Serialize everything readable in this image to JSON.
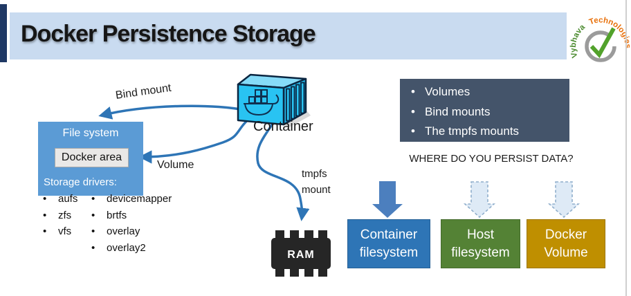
{
  "title": "Docker Persistence Storage",
  "logo": {
    "word1": "Vybhava",
    "word2": "Technologies"
  },
  "diagram": {
    "container_label": "Container",
    "bind_mount_label": "Bind mount",
    "volume_label": "Volume",
    "tmpfs_label_line1": "tmpfs",
    "tmpfs_label_line2": "mount",
    "ram_label": "RAM"
  },
  "filesystem_box": {
    "title": "File system",
    "docker_area_label": "Docker area",
    "drivers_heading": "Storage drivers:",
    "drivers_col1": [
      "aufs",
      "zfs",
      "vfs"
    ],
    "drivers_col2": [
      "devicemapper",
      "brtfs",
      "overlay",
      "overlay2"
    ]
  },
  "mount_types": {
    "items": [
      "Volumes",
      "Bind mounts",
      "The tmpfs mounts"
    ]
  },
  "question": "WHERE DO YOU PERSIST DATA?",
  "destinations": [
    {
      "line1": "Container",
      "line2": "filesystem",
      "color": "#2E75B6",
      "arrow_style": "solid"
    },
    {
      "line1": "Host",
      "line2": "filesystem",
      "color": "#548235",
      "arrow_style": "dashed"
    },
    {
      "line1": "Docker",
      "line2": "Volume",
      "color": "#BF8F00",
      "arrow_style": "dashed"
    }
  ],
  "colors": {
    "title_bar_bg": "#C9DBF0",
    "accent_bar": "#1F3864",
    "mount_types_bg": "#44546A",
    "filesystem_box_bg": "#5B9BD5",
    "docker_area_bg": "#E9E8E7",
    "connector_arrow_blue": "#2E75B6",
    "solid_big_arrow": "#4C7FBE",
    "dashed_arrow_fill": "#DEEAF6",
    "logo_green": "#4B8B2F",
    "logo_orange": "#E8700A",
    "container_icon_cyan": "#29C3F2"
  }
}
